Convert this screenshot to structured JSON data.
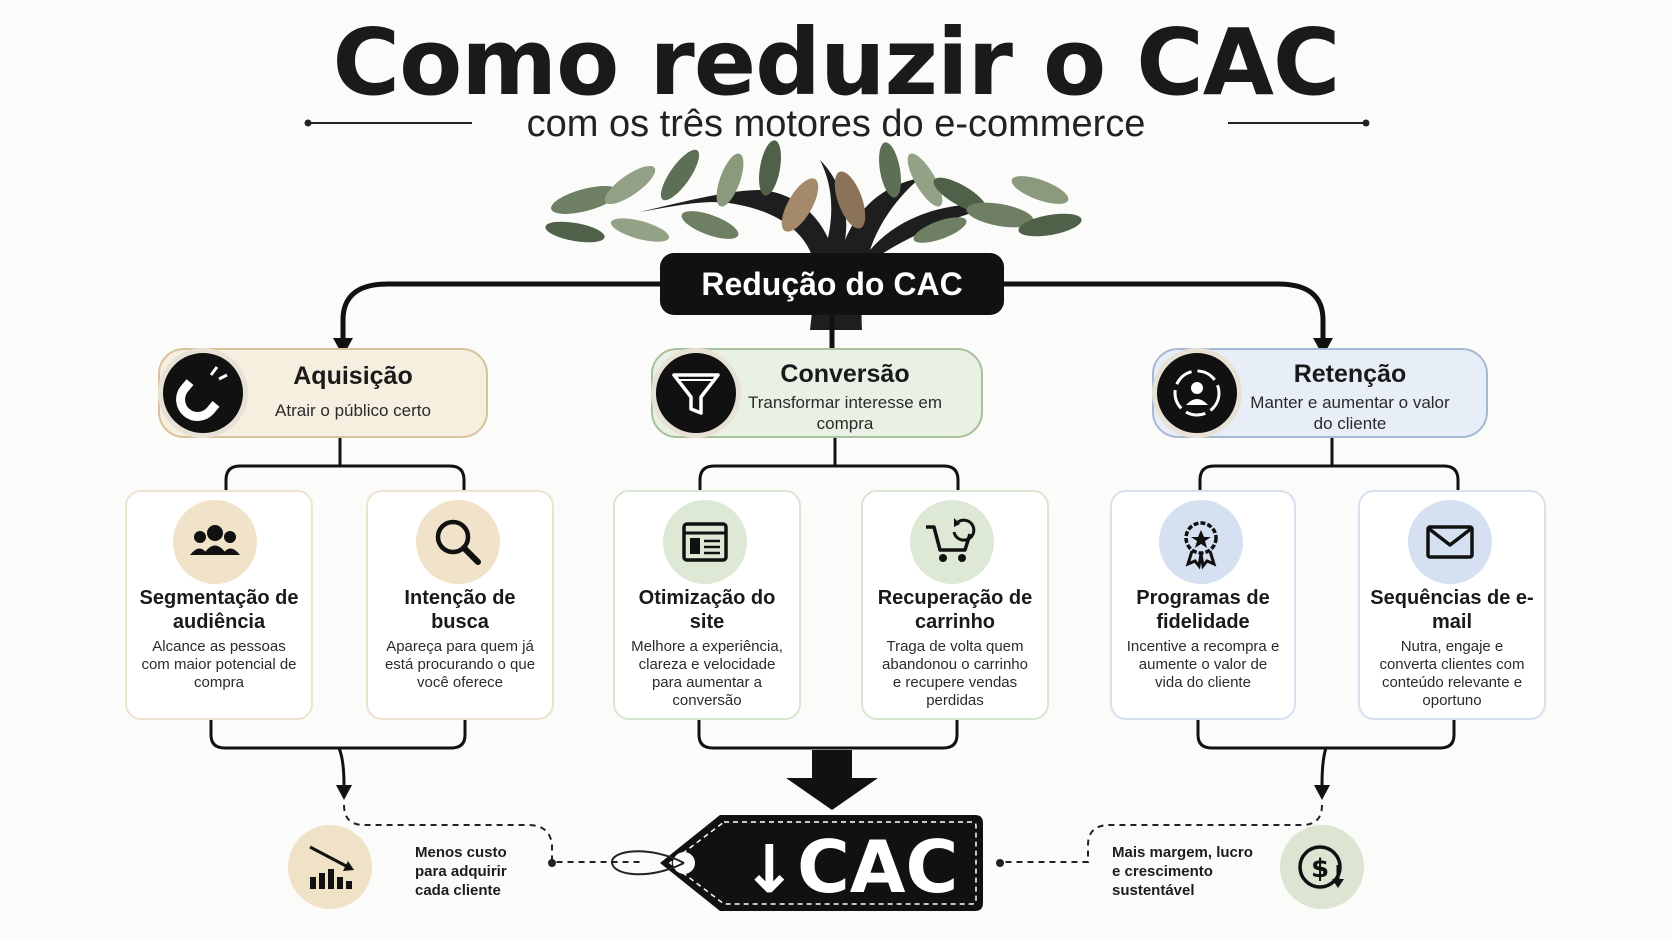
{
  "header": {
    "title": "Como reduzir o CAC",
    "subtitle": "com os três motores do e-commerce"
  },
  "root": {
    "label": "Redução do CAC"
  },
  "pillars": [
    {
      "title": "Aquisição",
      "subtitle": "Atrair o público certo",
      "icon": "magnet-icon",
      "color": "#f6eedf",
      "cards": [
        {
          "title": "Segmentação de audiência",
          "desc": "Alcance as pessoas com maior potencial de compra",
          "icon": "people-icon"
        },
        {
          "title": "Intenção de busca",
          "desc": "Apareça para quem já está procurando o que você oferece",
          "icon": "magnifier-icon"
        }
      ]
    },
    {
      "title": "Conversão",
      "subtitle": "Transformar interesse em compra",
      "icon": "funnel-icon",
      "color": "#e9f1e4",
      "cards": [
        {
          "title": "Otimização do site",
          "desc": "Melhore a experiência, clareza e velocidade para aumentar a conversão",
          "icon": "browser-icon"
        },
        {
          "title": "Recuperação de carrinho",
          "desc": "Traga de volta quem abandonou o carrinho e recupere vendas perdidas",
          "icon": "cart-return-icon"
        }
      ]
    },
    {
      "title": "Retenção",
      "subtitle": "Manter e aumentar o valor do cliente",
      "icon": "customer-cycle-icon",
      "color": "#e7eef7",
      "cards": [
        {
          "title": "Programas de fidelidade",
          "desc": "Incentive a recompra e aumente o valor de vida do cliente",
          "icon": "badge-icon"
        },
        {
          "title": "Sequências de e-mail",
          "desc": "Nutra, engaje e converta clientes com conteúdo relevante e oportuno",
          "icon": "envelope-icon"
        }
      ]
    }
  ],
  "result": {
    "arrow": "↓",
    "label": "CAC"
  },
  "outcomes": {
    "left": "Menos custo para adquirir cada cliente",
    "left_icon": "chart-down-icon",
    "right": "Mais margem, lucro e crescimento sustentável",
    "right_icon": "dollar-down-icon"
  },
  "colors": {
    "acquisition": "#f6eedf",
    "conversion": "#e9f1e4",
    "retention": "#e7eef7",
    "dark": "#111111"
  }
}
